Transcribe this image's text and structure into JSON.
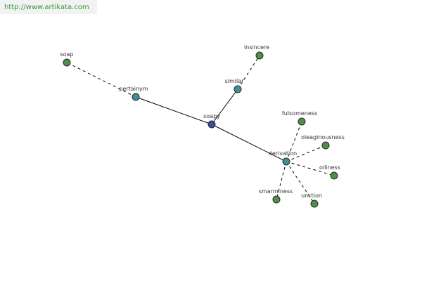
{
  "watermark": "http://www.artikata.com",
  "colors": {
    "center": "#3f4a99",
    "relation": "#3e8f96",
    "leaf": "#4f8f48"
  },
  "nodes": {
    "soapy": {
      "label": "soapy",
      "kind": "center"
    },
    "pertainym": {
      "label": "pertainym",
      "kind": "relation"
    },
    "similar": {
      "label": "similar",
      "kind": "relation"
    },
    "derivation": {
      "label": "derivation",
      "kind": "relation"
    },
    "soap": {
      "label": "soap",
      "kind": "leaf"
    },
    "insincere": {
      "label": "insincere",
      "kind": "leaf"
    },
    "fulsomeness": {
      "label": "fulsomeness",
      "kind": "leaf"
    },
    "oleaginousness": {
      "label": "oleaginousness",
      "kind": "leaf"
    },
    "oiliness": {
      "label": "oiliness",
      "kind": "leaf"
    },
    "smarminess": {
      "label": "smarminess",
      "kind": "leaf"
    },
    "unction": {
      "label": "unction",
      "kind": "leaf"
    }
  },
  "edges": [
    {
      "from": "soapy",
      "to": "pertainym",
      "style": "solid"
    },
    {
      "from": "soapy",
      "to": "similar",
      "style": "solid"
    },
    {
      "from": "soapy",
      "to": "derivation",
      "style": "solid"
    },
    {
      "from": "pertainym",
      "to": "soap",
      "style": "dashed"
    },
    {
      "from": "similar",
      "to": "insincere",
      "style": "dashed"
    },
    {
      "from": "derivation",
      "to": "fulsomeness",
      "style": "dashed"
    },
    {
      "from": "derivation",
      "to": "oleaginousness",
      "style": "dashed"
    },
    {
      "from": "derivation",
      "to": "oiliness",
      "style": "dashed"
    },
    {
      "from": "derivation",
      "to": "smarminess",
      "style": "dashed"
    },
    {
      "from": "derivation",
      "to": "unction",
      "style": "dashed"
    }
  ]
}
